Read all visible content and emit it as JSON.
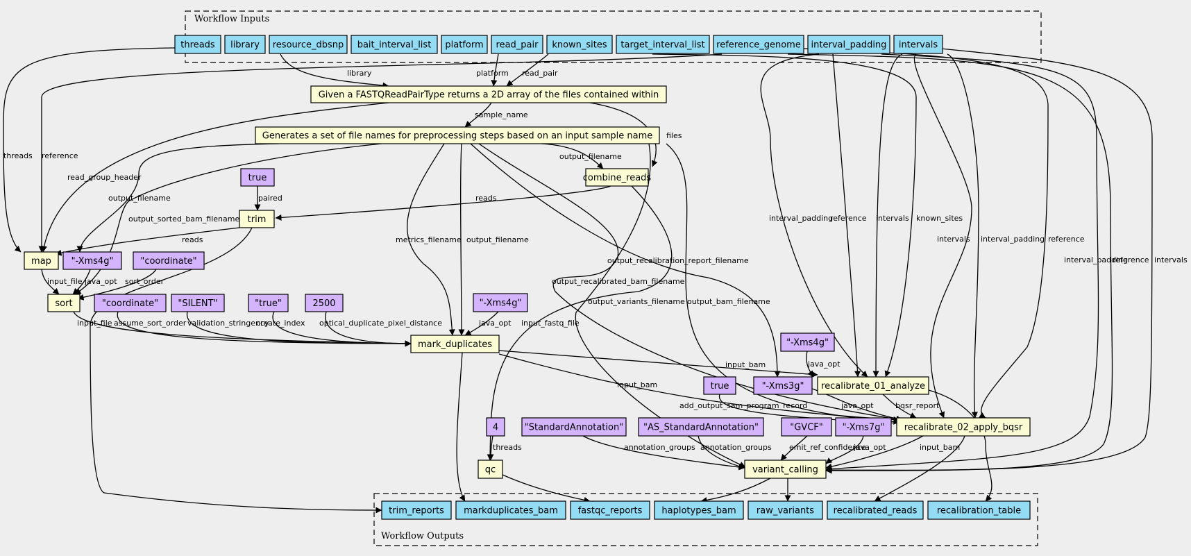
{
  "colors": {
    "background": "#eeeeee",
    "input": "#94dcf4",
    "step": "#fcfcd4",
    "constant": "#d4b4fc"
  },
  "clusters": {
    "inputs": "Workflow Inputs",
    "outputs": "Workflow Outputs"
  },
  "nodes": {
    "threads": "threads",
    "library": "library",
    "resource_dbsnp": "resource_dbsnp",
    "bait_interval_list": "bait_interval_list",
    "platform": "platform",
    "read_pair": "read_pair",
    "known_sites": "known_sites",
    "target_interval_list": "target_interval_list",
    "reference_genome": "reference_genome",
    "interval_padding": "interval_padding",
    "intervals": "intervals",
    "step_fastq": "Given a FASTQReadPairType returns a 2D array of the files contained within",
    "step_names": "Generates a set of file names for preprocessing steps based on an input sample name",
    "c_true_paired": "true",
    "combine_reads": "combine_reads",
    "trim": "trim",
    "map": "map",
    "c_xms4g_map": "\"-Xms4g\"",
    "c_coordinate_sort": "\"coordinate\"",
    "sort": "sort",
    "c_coordinate_md": "\"coordinate\"",
    "c_silent": "\"SILENT\"",
    "c_true_md": "\"true\"",
    "c_2500": "2500",
    "c_xms4g_md": "\"-Xms4g\"",
    "mark_duplicates": "mark_duplicates",
    "c_xms4g_r1": "\"-Xms4g\"",
    "recalibrate_01_analyze": "recalibrate_01_analyze",
    "c_true_r2": "true",
    "c_xms3g": "\"-Xms3g\"",
    "recalibrate_02_apply_bqsr": "recalibrate_02_apply_bqsr",
    "c_4": "4",
    "c_standard": "\"StandardAnnotation\"",
    "c_as_standard": "\"AS_StandardAnnotation\"",
    "c_gvcf": "\"GVCF\"",
    "c_xms7g": "\"-Xms7g\"",
    "qc": "qc",
    "variant_calling": "variant_calling",
    "trim_reports": "trim_reports",
    "markduplicates_bam": "markduplicates_bam",
    "fastqc_reports": "fastqc_reports",
    "haplotypes_bam": "haplotypes_bam",
    "raw_variants": "raw_variants",
    "recalibrated_reads": "recalibrated_reads",
    "recalibration_table": "recalibration_table"
  },
  "edges": [
    {
      "from": "threads",
      "to": "map",
      "label": "threads"
    },
    {
      "from": "reference_genome",
      "to": "map",
      "label": "reference"
    },
    {
      "from": "library",
      "to": "step_fastq",
      "label": "library"
    },
    {
      "from": "platform",
      "to": "step_fastq",
      "label": "platform"
    },
    {
      "from": "read_pair",
      "to": "step_fastq",
      "label": "read_pair"
    },
    {
      "from": "step_fastq",
      "to": "step_names",
      "label": "sample_name"
    },
    {
      "from": "step_fastq",
      "to": "combine_reads",
      "label": "files"
    },
    {
      "from": "step_fastq",
      "to": "map",
      "label": "read_group_header"
    },
    {
      "from": "step_names",
      "to": "map",
      "label": "output_filename"
    },
    {
      "from": "step_names",
      "to": "combine_reads",
      "label": "output_filename"
    },
    {
      "from": "step_names",
      "to": "sort",
      "label": "output_sorted_bam_filename"
    },
    {
      "from": "step_names",
      "to": "mark_duplicates",
      "label": "metrics_filename"
    },
    {
      "from": "step_names",
      "to": "mark_duplicates",
      "label": "output_filename"
    },
    {
      "from": "step_names",
      "to": "recalibrate_01_analyze",
      "label": "output_recalibration_report_filename"
    },
    {
      "from": "step_names",
      "to": "recalibrate_02_apply_bqsr",
      "label": "output_recalibrated_bam_filename"
    },
    {
      "from": "step_names",
      "to": "variant_calling",
      "label": "output_variants_filename"
    },
    {
      "from": "step_names",
      "to": "recalibrate_02_apply_bqsr",
      "label": "output_bam_filename"
    },
    {
      "from": "combine_reads",
      "to": "trim",
      "label": "reads"
    },
    {
      "from": "combine_reads",
      "to": "qc",
      "label": "input_fastq_file"
    },
    {
      "from": "c_true_paired",
      "to": "trim",
      "label": "paired"
    },
    {
      "from": "trim",
      "to": "map",
      "label": "reads"
    },
    {
      "from": "trim",
      "to": "trim_reports",
      "label": ""
    },
    {
      "from": "map",
      "to": "sort",
      "label": "input_file"
    },
    {
      "from": "c_xms4g_map",
      "to": "sort",
      "label": "java_opt"
    },
    {
      "from": "c_coordinate_sort",
      "to": "sort",
      "label": "sort_order"
    },
    {
      "from": "sort",
      "to": "mark_duplicates",
      "label": "input_file"
    },
    {
      "from": "c_coordinate_md",
      "to": "mark_duplicates",
      "label": "assume_sort_order"
    },
    {
      "from": "c_silent",
      "to": "mark_duplicates",
      "label": "validation_stringency"
    },
    {
      "from": "c_true_md",
      "to": "mark_duplicates",
      "label": "create_index"
    },
    {
      "from": "c_2500",
      "to": "mark_duplicates",
      "label": "optical_duplicate_pixel_distance"
    },
    {
      "from": "c_xms4g_md",
      "to": "mark_duplicates",
      "label": "java_opt"
    },
    {
      "from": "mark_duplicates",
      "to": "recalibrate_01_analyze",
      "label": "input_bam"
    },
    {
      "from": "mark_duplicates",
      "to": "recalibrate_02_apply_bqsr",
      "label": "input_bam"
    },
    {
      "from": "mark_duplicates",
      "to": "markduplicates_bam",
      "label": ""
    },
    {
      "from": "c_xms4g_r1",
      "to": "recalibrate_01_analyze",
      "label": "java_opt"
    },
    {
      "from": "interval_padding",
      "to": "recalibrate_01_analyze",
      "label": "interval_padding"
    },
    {
      "from": "reference_genome",
      "to": "recalibrate_01_analyze",
      "label": "reference"
    },
    {
      "from": "intervals",
      "to": "recalibrate_01_analyze",
      "label": "intervals"
    },
    {
      "from": "known_sites",
      "to": "recalibrate_01_analyze",
      "label": "known_sites"
    },
    {
      "from": "intervals",
      "to": "recalibrate_02_apply_bqsr",
      "label": "intervals"
    },
    {
      "from": "interval_padding",
      "to": "recalibrate_02_apply_bqsr",
      "label": "interval_padding"
    },
    {
      "from": "reference_genome",
      "to": "recalibrate_02_apply_bqsr",
      "label": "reference"
    },
    {
      "from": "interval_padding",
      "to": "variant_calling",
      "label": "interval_padding"
    },
    {
      "from": "reference_genome",
      "to": "variant_calling",
      "label": "reference"
    },
    {
      "from": "intervals",
      "to": "variant_calling",
      "label": "intervals"
    },
    {
      "from": "recalibrate_01_analyze",
      "to": "recalibrate_02_apply_bqsr",
      "label": "bqsr_report"
    },
    {
      "from": "recalibrate_01_analyze",
      "to": "recalibration_table",
      "label": ""
    },
    {
      "from": "c_true_r2",
      "to": "recalibrate_02_apply_bqsr",
      "label": "add_output_sam_program_record"
    },
    {
      "from": "c_xms3g",
      "to": "recalibrate_02_apply_bqsr",
      "label": "java_opt"
    },
    {
      "from": "recalibrate_02_apply_bqsr",
      "to": "variant_calling",
      "label": "input_bam"
    },
    {
      "from": "recalibrate_02_apply_bqsr",
      "to": "recalibrated_reads",
      "label": ""
    },
    {
      "from": "c_4",
      "to": "qc",
      "label": "threads"
    },
    {
      "from": "c_standard",
      "to": "variant_calling",
      "label": "annotation_groups"
    },
    {
      "from": "c_as_standard",
      "to": "variant_calling",
      "label": "annotation_groups"
    },
    {
      "from": "c_gvcf",
      "to": "variant_calling",
      "label": "emit_ref_confidence"
    },
    {
      "from": "c_xms7g",
      "to": "variant_calling",
      "label": "java_opt"
    },
    {
      "from": "qc",
      "to": "fastqc_reports",
      "label": ""
    },
    {
      "from": "variant_calling",
      "to": "haplotypes_bam",
      "label": ""
    },
    {
      "from": "variant_calling",
      "to": "raw_variants",
      "label": ""
    }
  ]
}
